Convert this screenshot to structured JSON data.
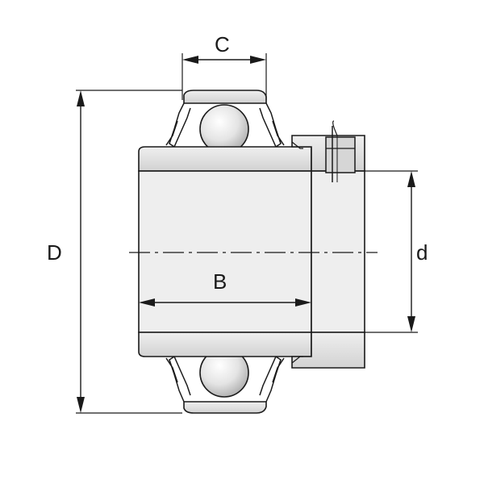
{
  "diagram": {
    "labels": {
      "C": "C",
      "D": "D",
      "B": "B",
      "d": "d"
    },
    "colors": {
      "metal_fill": "#dcdcdc",
      "metal_light": "#ececec",
      "ball_fill": "#e6e6e6",
      "outline": "#1a1a1a",
      "background": "#ffffff"
    }
  }
}
